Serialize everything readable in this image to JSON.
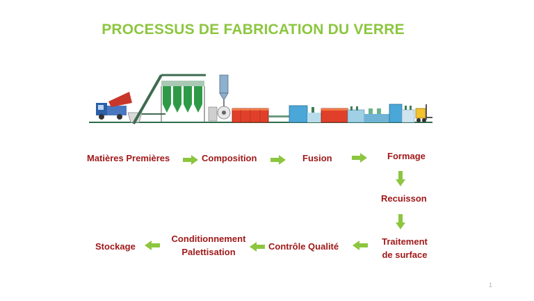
{
  "title": "PROCESSUS DE FABRICATION DU VERRE",
  "colors": {
    "title": "#8cc63f",
    "step_text": "#a01919",
    "arrow": "#8cc63f"
  },
  "steps": {
    "matieres": "Matières Premières",
    "composition": "Composition",
    "fusion": "Fusion",
    "formage": "Formage",
    "recuisson": "Recuisson",
    "traitement_1": "Traitement",
    "traitement_2": "de surface",
    "controle": "Contrôle Qualité",
    "conditionnement_1": "Conditionnement",
    "conditionnement_2": "Palettisation",
    "stockage": "Stockage"
  },
  "arrow_icon": "right-arrow-icon",
  "page_number": "1"
}
